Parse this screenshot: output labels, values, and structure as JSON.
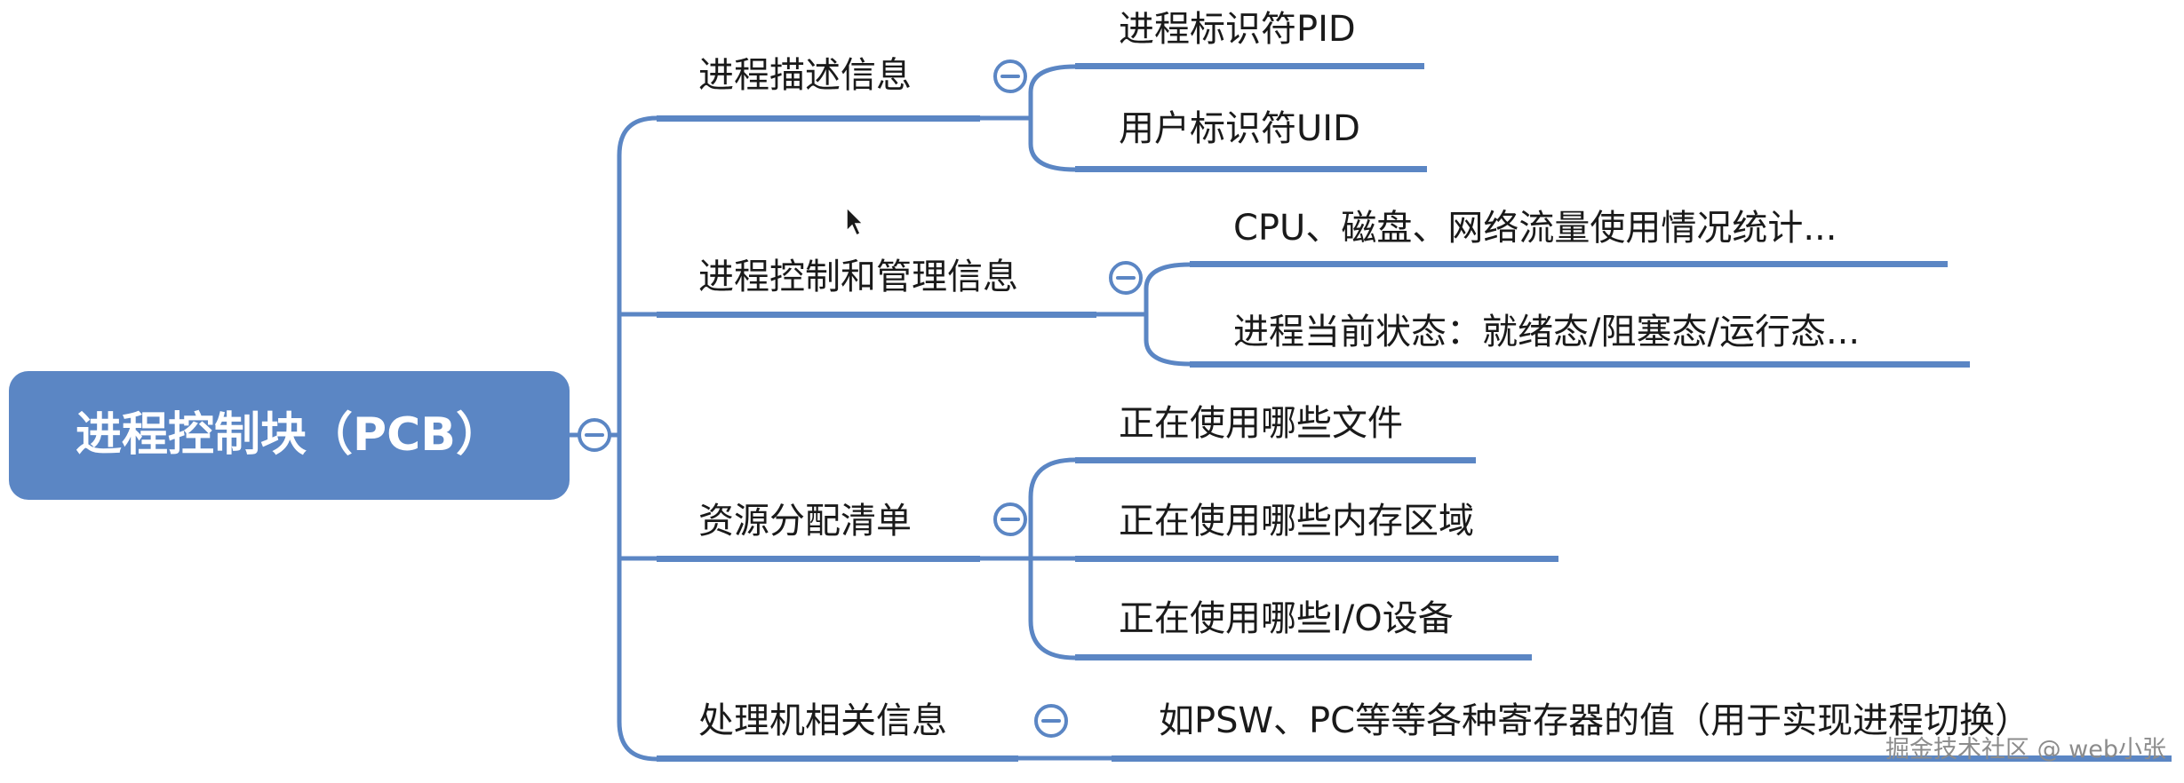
{
  "root": {
    "label": "进程控制块（PCB）"
  },
  "branches": [
    {
      "label": "进程描述信息",
      "children": [
        "进程标识符PID",
        "用户标识符UID"
      ]
    },
    {
      "label": "进程控制和管理信息",
      "children": [
        "CPU、磁盘、网络流量使用情况统计...",
        "进程当前状态：就绪态/阻塞态/运行态..."
      ]
    },
    {
      "label": "资源分配清单",
      "children": [
        "正在使用哪些文件",
        "正在使用哪些内存区域",
        "正在使用哪些I/O设备"
      ]
    },
    {
      "label": "处理机相关信息",
      "children": [
        "如PSW、PC等等各种寄存器的值（用于实现进程切换）"
      ]
    }
  ],
  "watermark": "掘金技术社区 @ web小张",
  "colors": {
    "accent": "#5b86c4",
    "root_fill": "#5b86c4",
    "text": "#1a1a1a"
  }
}
